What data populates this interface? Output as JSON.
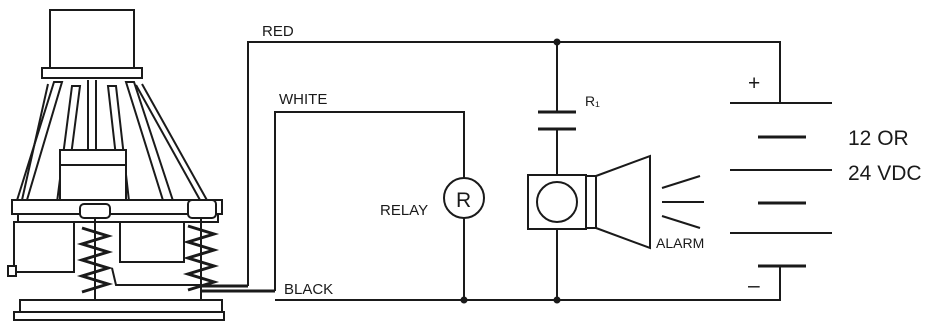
{
  "labels": {
    "red": "RED",
    "white": "WHITE",
    "black": "BLACK",
    "relay": "RELAY",
    "relay_symbol": "R",
    "resistor": "R₁",
    "alarm": "ALARM",
    "plus": "+",
    "minus": "–",
    "voltage_line1": "12 OR",
    "voltage_line2": "24 VDC"
  },
  "icons": {
    "mechanism": "level-switch-mechanism-icon",
    "battery": "battery-icon",
    "horn": "alarm-horn-icon",
    "relay": "relay-coil-icon",
    "capacitor": "resistor-r1-icon"
  },
  "colors": {
    "ink": "#1a1a1a",
    "background": "#ffffff"
  }
}
